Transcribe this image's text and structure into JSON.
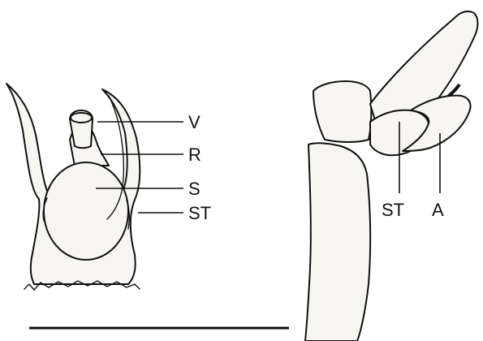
{
  "figure": {
    "left_view": {
      "labels": [
        "V",
        "R",
        "S",
        "ST"
      ]
    },
    "right_view": {
      "labels": [
        "ST",
        "A"
      ]
    },
    "colors": {
      "ink": "#111111",
      "background": "#ffffff",
      "fill": "#f7f6f2"
    }
  }
}
